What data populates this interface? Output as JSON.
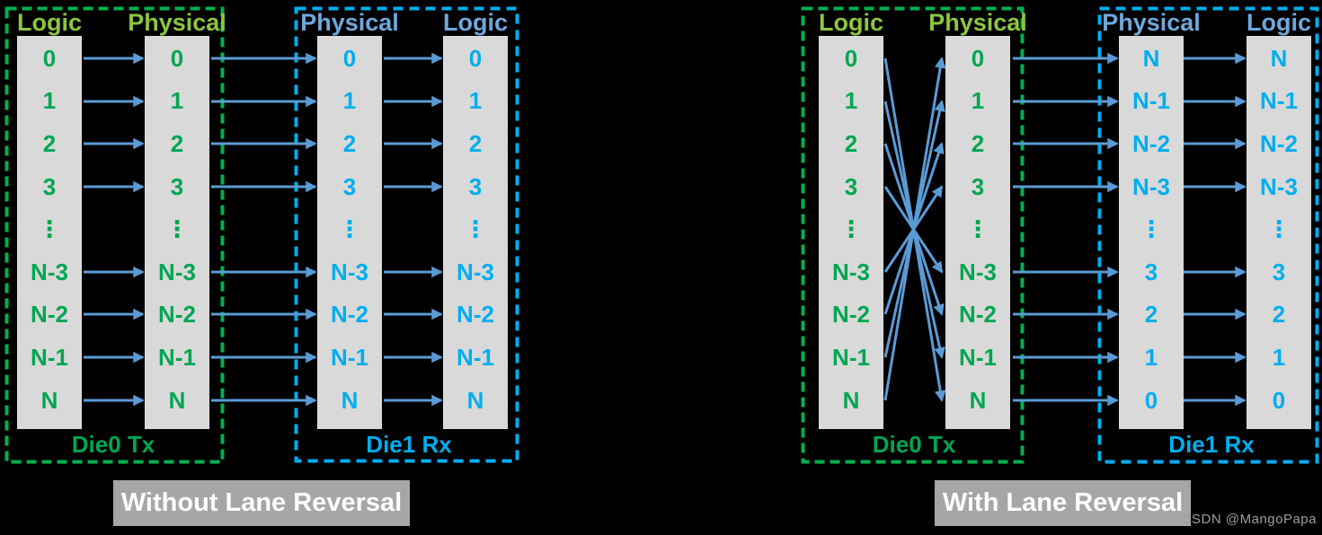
{
  "rows": {
    "ascending": [
      "0",
      "1",
      "2",
      "3",
      "⋮",
      "N-3",
      "N-2",
      "N-1",
      "N"
    ],
    "descending": [
      "N",
      "N-1",
      "N-2",
      "N-3",
      "⋮",
      "3",
      "2",
      "1",
      "0"
    ]
  },
  "panels": [
    {
      "caption": "Without Lane Reversal",
      "tx_mapping": "straight",
      "tx": {
        "label": "Die0 Tx",
        "left_header": "Logic",
        "right_header": "Physical"
      },
      "rx": {
        "label": "Die1 Rx",
        "left_header": "Physical",
        "right_header": "Logic"
      }
    },
    {
      "caption": "With Lane Reversal",
      "tx_mapping": "reversed",
      "tx": {
        "label": "Die0 Tx",
        "left_header": "Logic",
        "right_header": "Physical"
      },
      "rx": {
        "label": "Die1 Rx",
        "left_header": "Physical",
        "right_header": "Logic"
      }
    }
  ],
  "watermark": "CSDN @MangoPapa",
  "colors": {
    "green_border": "#00B050",
    "green_header": "#8CC63F",
    "green_text": "#00A651",
    "blue_border": "#00AEEF",
    "blue_header": "#6FA8DC",
    "blue_text": "#00AEEF",
    "arrow": "#5B9BD5",
    "column_bg": "#D9D9D9",
    "caption_bg": "#A6A6A6",
    "caption_text": "#FFFFFF",
    "background": "#000000",
    "watermark": "#9E9E9E"
  }
}
